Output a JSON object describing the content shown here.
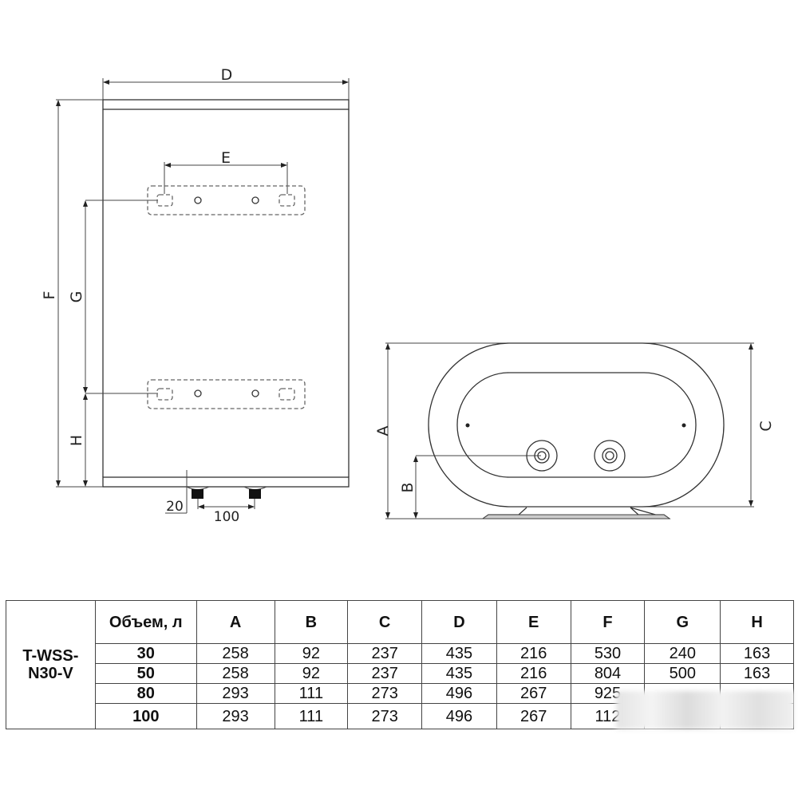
{
  "drawing": {
    "front_view": {
      "labels": {
        "D": "D",
        "E": "E",
        "F": "F",
        "G": "G",
        "H": "H"
      },
      "pipe_offset": "20",
      "pipe_spacing": "100"
    },
    "side_view": {
      "labels": {
        "A": "A",
        "B": "B",
        "C": "C"
      }
    }
  },
  "table": {
    "model": "T-WSS-N30-V",
    "headers": [
      "Объем, л",
      "A",
      "B",
      "C",
      "D",
      "E",
      "F",
      "G",
      "H"
    ],
    "rows": [
      [
        "30",
        "258",
        "92",
        "237",
        "435",
        "216",
        "530",
        "240",
        "163"
      ],
      [
        "50",
        "258",
        "92",
        "237",
        "435",
        "216",
        "804",
        "500",
        "163"
      ],
      [
        "80",
        "293",
        "111",
        "273",
        "496",
        "267",
        "925",
        "",
        ""
      ],
      [
        "100",
        "293",
        "111",
        "273",
        "496",
        "267",
        "112",
        "",
        ""
      ]
    ]
  }
}
